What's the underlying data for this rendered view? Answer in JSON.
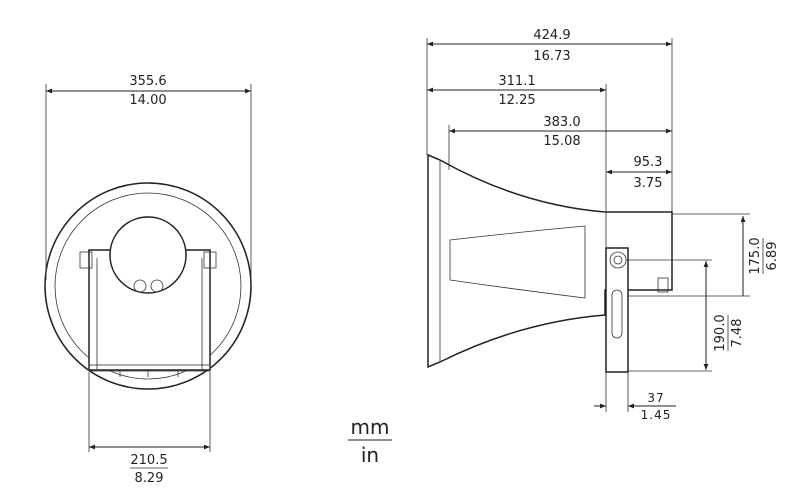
{
  "front_view": {
    "width": {
      "mm": "355.6",
      "in": "14.00"
    },
    "bracket_width": {
      "mm": "210.5",
      "in": "8.29"
    }
  },
  "side_view": {
    "overall_length": {
      "mm": "424.9",
      "in": "16.73"
    },
    "mouth_to_bracket": {
      "mm": "311.1",
      "in": "12.25"
    },
    "horn_length": {
      "mm": "383.0",
      "in": "15.08"
    },
    "driver_length": {
      "mm": "95.3",
      "in": "3.75"
    },
    "driver_height": {
      "mm": "175.0",
      "in": "6.89"
    },
    "pivot_height": {
      "mm": "190.0",
      "in": "7.48"
    },
    "bracket_depth": {
      "mm": "37",
      "in": "1.45"
    }
  },
  "units_legend": {
    "top": "mm",
    "bottom": "in"
  }
}
